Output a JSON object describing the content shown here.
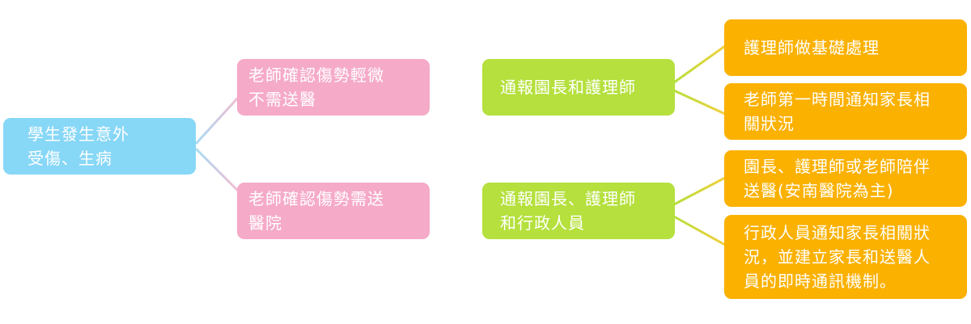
{
  "diagram": {
    "root": "學生發生意外\n受傷、生病",
    "branches": [
      {
        "condition": "老師確認傷勢輕微\n不需送醫",
        "action": "通報園長和護理師",
        "outcomes": [
          "護理師做基礎處理",
          "老師第一時間通知家長相\n關狀況"
        ]
      },
      {
        "condition": "老師確認傷勢需送\n醫院",
        "action": "通報園長、護理師\n和行政人員",
        "outcomes": [
          "園長、護理師或老師陪伴\n送醫(安南醫院為主)",
          "行政人員通知家長相關狀\n況，並建立家長和送醫人\n員的即時通訊機制。"
        ]
      }
    ]
  },
  "colors": {
    "root": "#87d7f7",
    "condition": "#f5aac8",
    "action": "#b5e03d",
    "outcome": "#fbb100"
  }
}
